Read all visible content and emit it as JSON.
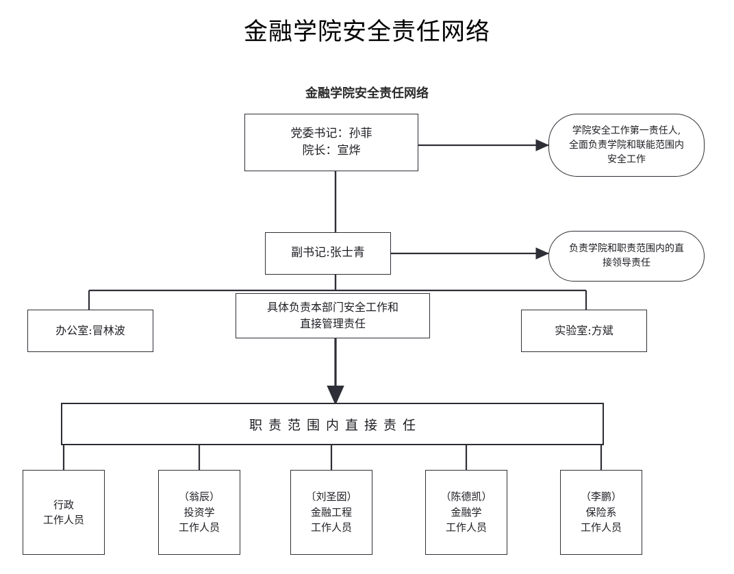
{
  "page": {
    "title": "金融学院安全责任网络",
    "subtitle": "金融学院安全责任网络"
  },
  "nodes": {
    "leader": {
      "name": "leadership-box",
      "line1": "党委书记：孙菲",
      "line2": "院长：宣烨"
    },
    "leader_note": {
      "name": "leadership-responsibility-note",
      "line1": "学院安全工作第一责任人,",
      "line2": "全面负责学院和联能范围内",
      "line3": "安全工作"
    },
    "deputy": {
      "name": "deputy-secretary-box",
      "line1": "副书记:张士青"
    },
    "deputy_note": {
      "name": "deputy-responsibility-note",
      "line1": "负责学院和职责范围内的直",
      "line2": "接领导责任"
    },
    "office": {
      "name": "office-box",
      "line1": "办公室:冒林波"
    },
    "dept_duty": {
      "name": "department-duty-box",
      "line1": "具体负责本部门安全工作和",
      "line2": "直接管理责任"
    },
    "lab": {
      "name": "laboratory-box",
      "line1": "实验室:方斌"
    },
    "band": {
      "name": "direct-responsibility-band",
      "label": "职责范围内直接责任"
    }
  },
  "staff_boxes": [
    {
      "name": "staff-administration",
      "lines": [
        "行政",
        "工作人员"
      ]
    },
    {
      "name": "staff-investment",
      "lines": [
        "（翁辰）",
        "投资学",
        "工作人员"
      ]
    },
    {
      "name": "staff-financial-engineering",
      "lines": [
        "〔刘圣囡）",
        "金融工程",
        "工作人员"
      ]
    },
    {
      "name": "staff-finance",
      "lines": [
        "（陈德凯）",
        "金融学",
        "工作人员"
      ]
    },
    {
      "name": "staff-insurance",
      "lines": [
        "（李鹏）",
        "保险系",
        "工作人员"
      ]
    }
  ],
  "colors": {
    "stroke": "#2e2e36",
    "text": "#1c1c22",
    "background": "#ffffff"
  }
}
